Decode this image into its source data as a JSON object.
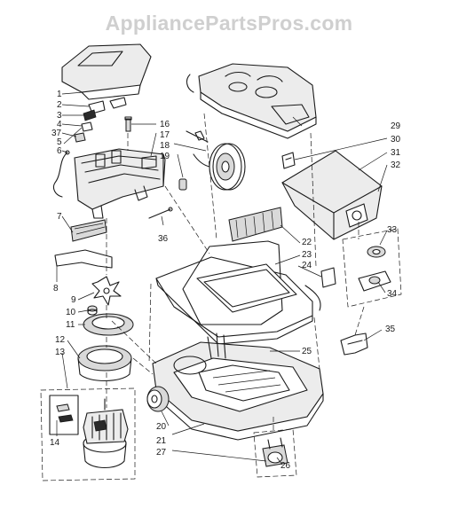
{
  "watermark": "AppliancePartsPros.com",
  "labels": {
    "l1": "1",
    "l2": "2",
    "l3": "3",
    "l4": "4",
    "l5": "5",
    "l6": "6",
    "l7": "7",
    "l8": "8",
    "l9": "9",
    "l10": "10",
    "l11": "11",
    "l12": "12",
    "l13": "13",
    "l14": "14",
    "l16": "16",
    "l17": "17",
    "l18": "18",
    "l19": "19",
    "l20": "20",
    "l21": "21",
    "l22": "22",
    "l23": "23",
    "l24": "24",
    "l25": "25",
    "l26": "26",
    "l27": "27",
    "l29": "29",
    "l30": "30",
    "l31": "31",
    "l32": "32",
    "l33": "33",
    "l34": "34",
    "l35": "35",
    "l36": "36",
    "l37": "37"
  }
}
